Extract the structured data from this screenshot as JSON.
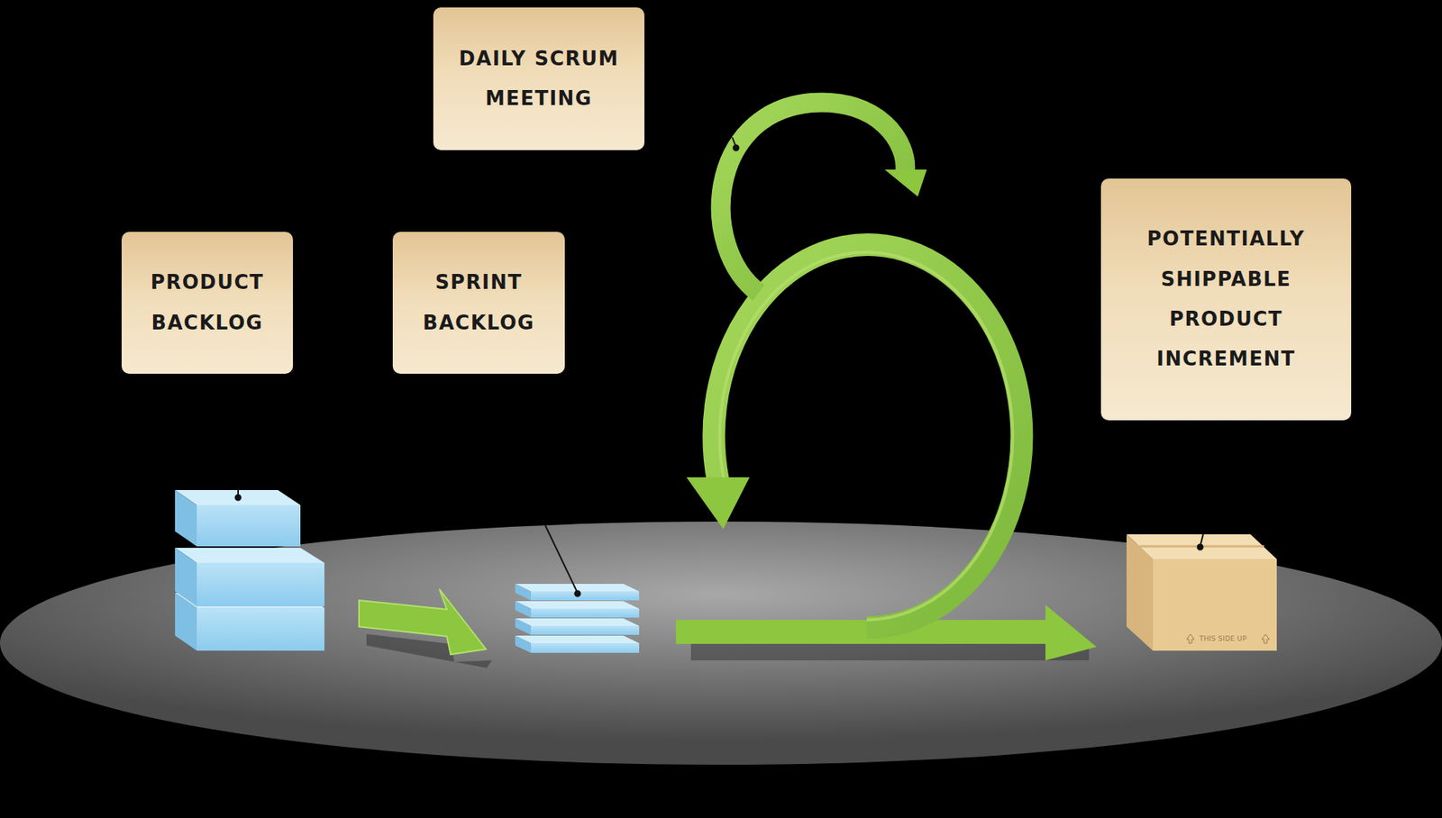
{
  "diagram": {
    "nodes": [
      {
        "text": [
          "PRODUCT BACKLOG"
        ]
      },
      {
        "text": [
          "SPRINT BACKLOG"
        ]
      },
      {
        "text": [
          "DAILY SCRUM MEETING"
        ]
      },
      {
        "text": [
          "POTENTIALLY SHIPPABLE PRODUCT INCREMENT"
        ]
      }
    ],
    "labels": [
      "THIS SIDE UP"
    ]
  }
}
